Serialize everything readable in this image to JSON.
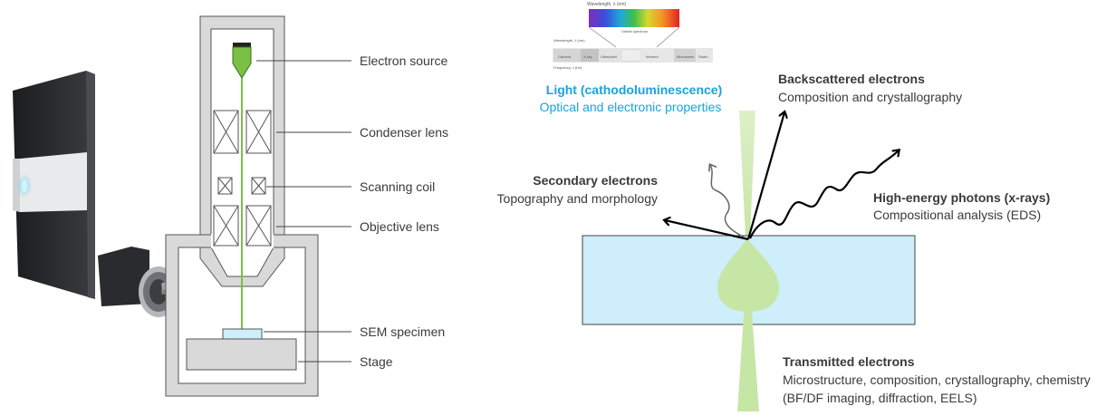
{
  "column_labels": {
    "electron_source": "Electron source",
    "condenser_lens": "Condenser lens",
    "scanning_coil": "Scanning coil",
    "objective_lens": "Objective lens",
    "sem_specimen": "SEM specimen",
    "stage": "Stage"
  },
  "signals": {
    "light": {
      "title": "Light (cathodoluminescence)",
      "subtitle": "Optical and electronic properties"
    },
    "backscattered": {
      "title": "Backscattered electrons",
      "subtitle": "Composition and crystallography"
    },
    "secondary": {
      "title": "Secondary electrons",
      "subtitle": "Topography and morphology"
    },
    "xrays": {
      "title": "High-energy photons (x-rays)",
      "subtitle": "Compositional analysis (EDS)"
    },
    "transmitted": {
      "title": "Transmitted electrons",
      "subtitle_line1": "Microstructure, composition, crystallography, chemistry",
      "subtitle_line2": "(BF/DF imaging, diffraction, EELS)"
    }
  },
  "spectrum": {
    "wavelength_label": "Wavelength, λ (nm)",
    "visible_label": "Visible spectrum",
    "frequency_label": "Frequency, ν (Hz)",
    "bands": [
      "Gamma",
      "X-ray",
      "Ultraviolet",
      "Infrared",
      "Microwave",
      "Radio"
    ]
  },
  "colors": {
    "beam_green": "#7ac143",
    "beam_light": "#c6e6a5",
    "specimen_blue": "#cdeefa",
    "light_title": "#1aa3dd"
  }
}
